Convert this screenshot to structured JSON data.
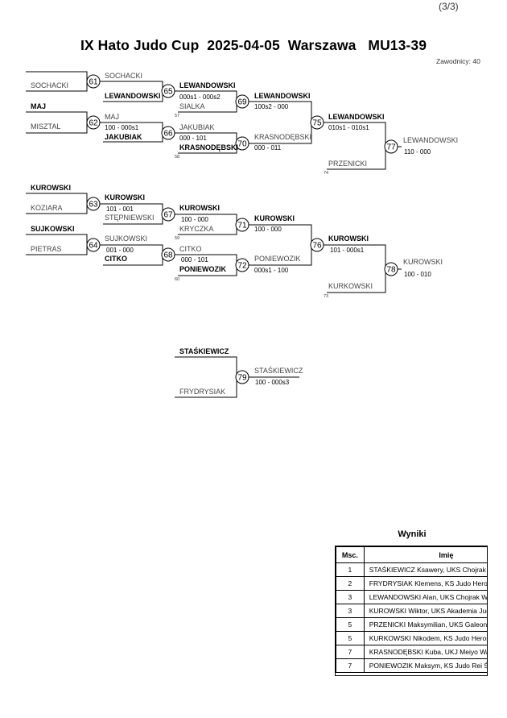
{
  "page_number": "(3/3)",
  "title": "IX Hato Judo Cup  2025-04-05  Warszawa   MU13-39",
  "competitors": "Zawodnicy: 40",
  "bracket": {
    "names": [
      {
        "id": "n-sochacki-1",
        "text": "SOCHACKI",
        "bold": false
      },
      {
        "id": "n-sochacki-2",
        "text": "SOCHACKI",
        "bold": false
      },
      {
        "id": "n-maj-1",
        "text": "MAJ",
        "bold": true
      },
      {
        "id": "n-misztal",
        "text": "MISZTAL",
        "bold": false
      },
      {
        "id": "n-maj-2",
        "text": "MAJ",
        "bold": false
      },
      {
        "id": "n-lewandowski-61",
        "text": "LEWANDOWSKI",
        "bold": true
      },
      {
        "id": "n-jakubiak-62",
        "text": "JAKUBIAK",
        "bold": true
      },
      {
        "id": "n-lewandowski-65",
        "text": "LEWANDOWSKI",
        "bold": true
      },
      {
        "id": "n-sialka",
        "text": "SIALKA",
        "bold": false
      },
      {
        "id": "n-jakubiak-66",
        "text": "JAKUBIAK",
        "bold": false
      },
      {
        "id": "n-krasnodebski-66",
        "text": "KRASNODĘBSKI",
        "bold": true
      },
      {
        "id": "n-lewandowski-69",
        "text": "LEWANDOWSKI",
        "bold": true
      },
      {
        "id": "n-krasnodebski-70",
        "text": "KRASNODĘBSKI",
        "bold": false
      },
      {
        "id": "n-lewandowski-75",
        "text": "LEWANDOWSKI",
        "bold": true
      },
      {
        "id": "n-przenicki",
        "text": "PRZENICKI",
        "bold": false
      },
      {
        "id": "n-lewandowski-77",
        "text": "LEWANDOWSKI",
        "bold": false
      },
      {
        "id": "n-kurowski-1",
        "text": "KUROWSKI",
        "bold": true
      },
      {
        "id": "n-koziara",
        "text": "KOZIARA",
        "bold": false
      },
      {
        "id": "n-sujkowski-1",
        "text": "SUJKOWSKI",
        "bold": true
      },
      {
        "id": "n-pietras",
        "text": "PIETRAS",
        "bold": false
      },
      {
        "id": "n-kurowski-63",
        "text": "KUROWSKI",
        "bold": true
      },
      {
        "id": "n-stepniewski",
        "text": "STĘPNIEWSKI",
        "bold": false
      },
      {
        "id": "n-sujkowski-64",
        "text": "SUJKOWSKI",
        "bold": false
      },
      {
        "id": "n-citko-64",
        "text": "CITKO",
        "bold": true
      },
      {
        "id": "n-kurowski-67",
        "text": "KUROWSKI",
        "bold": true
      },
      {
        "id": "n-kryczka",
        "text": "KRYCZKA",
        "bold": false
      },
      {
        "id": "n-citko-68",
        "text": "CITKO",
        "bold": false
      },
      {
        "id": "n-poniewozik-68",
        "text": "PONIEWOZIK",
        "bold": true
      },
      {
        "id": "n-kurowski-71",
        "text": "KUROWSKI",
        "bold": true
      },
      {
        "id": "n-poniewozik-72",
        "text": "PONIEWOZIK",
        "bold": false
      },
      {
        "id": "n-kurowski-76",
        "text": "KUROWSKI",
        "bold": true
      },
      {
        "id": "n-kurkowski",
        "text": "KURKOWSKI",
        "bold": false
      },
      {
        "id": "n-kurowski-78",
        "text": "KUROWSKI",
        "bold": false
      },
      {
        "id": "n-staskiewicz-1",
        "text": "STAŚKIEWICZ",
        "bold": true
      },
      {
        "id": "n-frydrysiak",
        "text": "FRYDRYSIAK",
        "bold": false
      },
      {
        "id": "n-staskiewicz-79",
        "text": "STAŚKIEWICZ",
        "bold": false
      }
    ],
    "scores": [
      {
        "id": "s-62",
        "text": "100 - 000s1"
      },
      {
        "id": "s-65",
        "text": "000s1 - 000s2"
      },
      {
        "id": "s-66",
        "text": "000 - 101"
      },
      {
        "id": "s-69",
        "text": "100s2 - 000"
      },
      {
        "id": "s-70",
        "text": "000 - 011"
      },
      {
        "id": "s-75",
        "text": "010s1 - 010s1"
      },
      {
        "id": "s-77",
        "text": "110 - 000"
      },
      {
        "id": "s-63",
        "text": "101 - 001"
      },
      {
        "id": "s-64",
        "text": "001 - 000"
      },
      {
        "id": "s-67",
        "text": "100 - 000"
      },
      {
        "id": "s-68",
        "text": "000 - 101"
      },
      {
        "id": "s-71",
        "text": "100 - 000"
      },
      {
        "id": "s-72",
        "text": "000s1 - 100"
      },
      {
        "id": "s-76",
        "text": "101 - 000s1"
      },
      {
        "id": "s-78",
        "text": "100 - 010"
      },
      {
        "id": "s-79",
        "text": "100 - 000s3"
      }
    ],
    "refs": [
      {
        "id": "r-57",
        "text": "57"
      },
      {
        "id": "r-58",
        "text": "58"
      },
      {
        "id": "r-74",
        "text": "74"
      },
      {
        "id": "r-59",
        "text": "59"
      },
      {
        "id": "r-60",
        "text": "60"
      },
      {
        "id": "r-73",
        "text": "73"
      }
    ],
    "matches": [
      "61",
      "62",
      "65",
      "66",
      "69",
      "70",
      "75",
      "77",
      "63",
      "64",
      "67",
      "68",
      "71",
      "72",
      "76",
      "78",
      "79"
    ]
  },
  "results": {
    "title": "Wyniki",
    "headers": {
      "place": "Msc.",
      "name": "Imię"
    },
    "rows": [
      {
        "place": "1",
        "name": "STAŚKIEWICZ Ksawery, UKS Chojrak Warszawa"
      },
      {
        "place": "2",
        "name": "FRYDRYSIAK Klemens, KS Judo Heros Łódź"
      },
      {
        "place": "3",
        "name": "LEWANDOWSKI Alan, UKS Chojrak Warszawa"
      },
      {
        "place": "3",
        "name": "KUROWSKI Wiktor, UKS Akademia Judo Dragon"
      },
      {
        "place": "5",
        "name": "PRZENICKI Maksymilian, UKS Galeon Gdynia"
      },
      {
        "place": "5",
        "name": "KURKOWSKI Nikodem, KS Judo Heros Łódź"
      },
      {
        "place": "7",
        "name": "KRASNODĘBSKI Kuba, UKJ Meiyo Warszawa"
      },
      {
        "place": "7",
        "name": "PONIEWOZIK Maksym, KS Judo Rei Świdnik"
      }
    ]
  }
}
